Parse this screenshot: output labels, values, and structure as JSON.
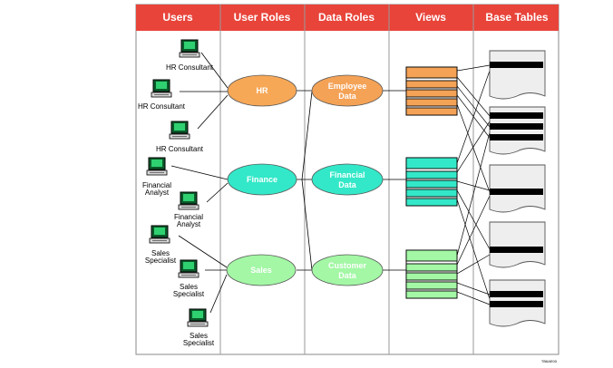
{
  "columns": [
    "Users",
    "User Roles",
    "Data Roles",
    "Views",
    "Base Tables"
  ],
  "users": [
    [
      "HR Consultant"
    ],
    [
      "HR Consultant"
    ],
    [
      "HR Consultant"
    ],
    [
      "Financial",
      "Analyst"
    ],
    [
      "Financial",
      "Analyst"
    ],
    [
      "Sales",
      "Specialist"
    ],
    [
      "Sales",
      "Specialist"
    ],
    [
      "Sales",
      "Specialist"
    ]
  ],
  "user_roles": [
    [
      "HR"
    ],
    [
      "Finance"
    ],
    [
      "Sales"
    ]
  ],
  "data_roles": [
    [
      "Employee",
      "Data"
    ],
    [
      "Financial",
      "Data"
    ],
    [
      "Customer",
      "Data"
    ]
  ],
  "figure_code": "TB6AE00",
  "colors": {
    "header_red": "#e8443a",
    "hr_orange": "#f7a857",
    "finance_teal": "#33e8c8",
    "sales_green": "#a3f7a5",
    "employee_orange": "#f4a256",
    "border_gray": "#888888"
  }
}
